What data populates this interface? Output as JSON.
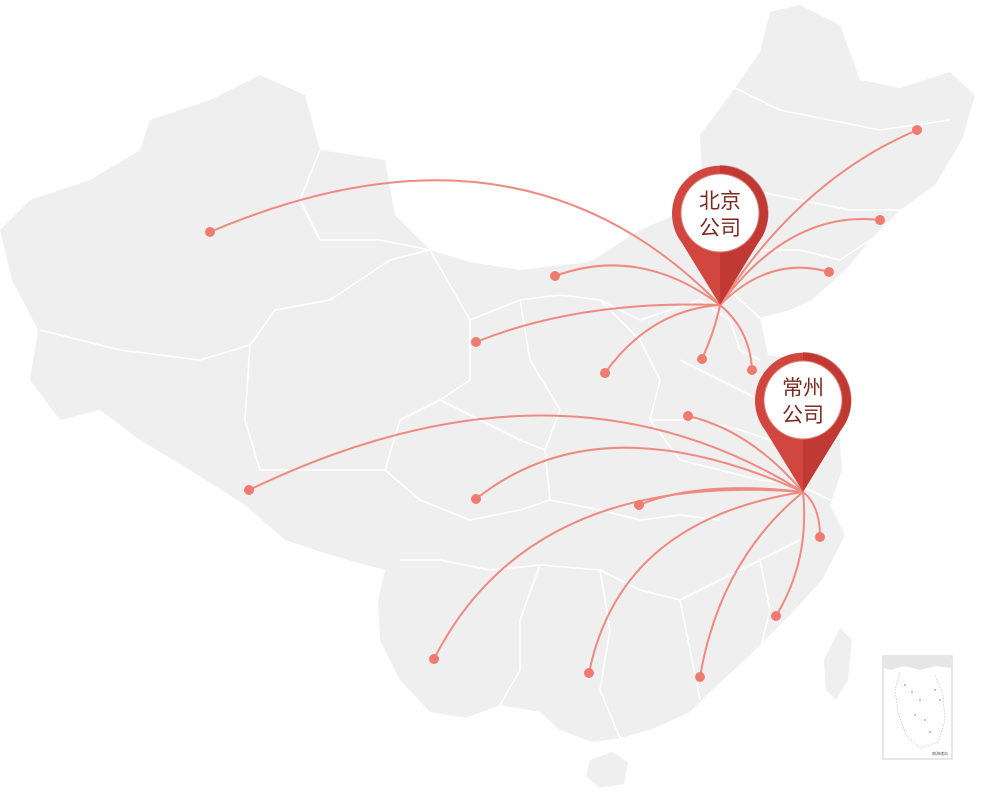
{
  "map": {
    "hubs": [
      {
        "id": "beijing",
        "line1": "北京",
        "line2": "公司"
      },
      {
        "id": "changzhou",
        "line1": "常州",
        "line2": "公司"
      }
    ],
    "route_color": "#ef8a80",
    "pin_color": "#d1463e",
    "pin_dark": "#b3302a",
    "land_color": "#efefef",
    "border_color": "#ffffff",
    "inset": {
      "label": "南海诸岛"
    }
  }
}
